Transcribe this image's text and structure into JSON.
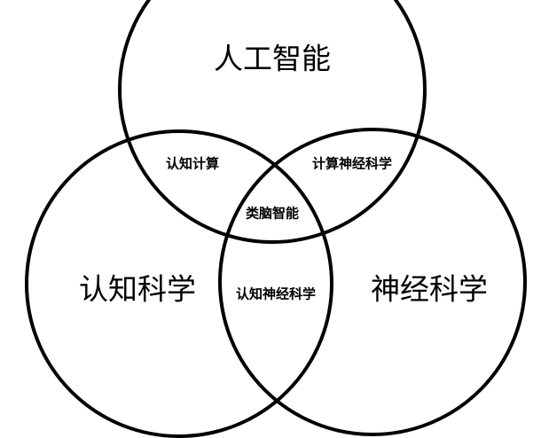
{
  "diagram": {
    "type": "venn-3",
    "stroke_color": "#000000",
    "text_color": "#000000",
    "background_color": "#ffffff",
    "sets": [
      {
        "id": "ai",
        "label": "人工智能"
      },
      {
        "id": "cog",
        "label": "认知科学"
      },
      {
        "id": "neuro",
        "label": "神经科学"
      }
    ],
    "intersections": {
      "ai_cog": "认知计算",
      "ai_neuro": "计算神经科学",
      "cog_neuro": "认知神经科学",
      "all": "类脑智能"
    }
  }
}
